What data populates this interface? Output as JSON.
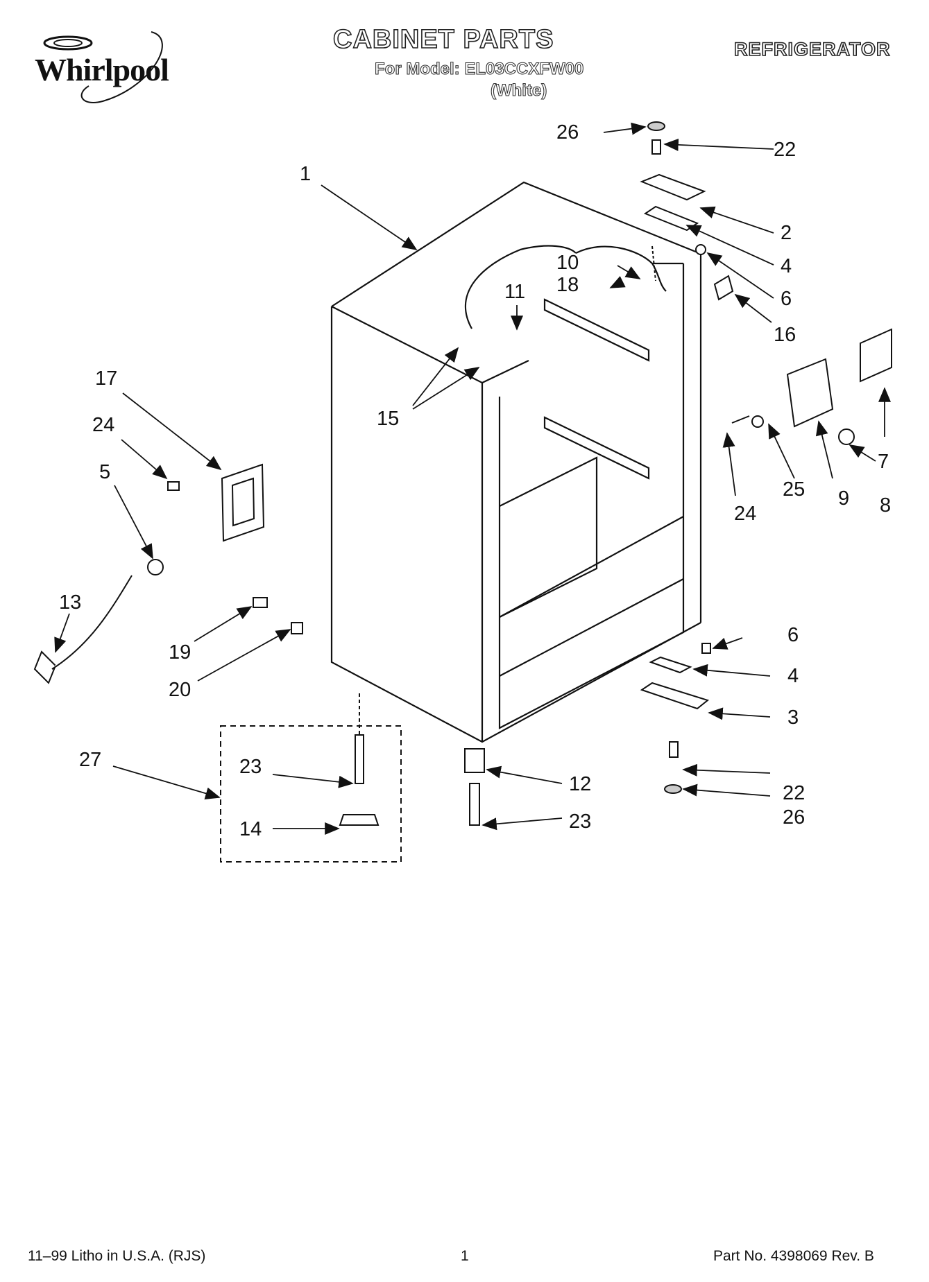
{
  "header": {
    "brand": "Whirlpool",
    "title": "CABINET PARTS",
    "model_line": "For Model: EL03CCXFW00",
    "color_line": "(White)",
    "category": "REFRIGERATOR"
  },
  "callouts": {
    "c1": "1",
    "c2": "2",
    "c3": "3",
    "c4a": "4",
    "c4b": "4",
    "c5": "5",
    "c6a": "6",
    "c6b": "6",
    "c7": "7",
    "c8": "8",
    "c9": "9",
    "c10": "10",
    "c11": "11",
    "c12": "12",
    "c13": "13",
    "c14": "14",
    "c15": "15",
    "c16": "16",
    "c17": "17",
    "c18": "18",
    "c19": "19",
    "c20": "20",
    "c22a": "22",
    "c22b": "22",
    "c23a": "23",
    "c23b": "23",
    "c24a": "24",
    "c24b": "24",
    "c25": "25",
    "c26a": "26",
    "c26b": "26",
    "c27": "27"
  },
  "footer": {
    "left": "11–99 Litho in U.S.A. (RJS)",
    "page": "1",
    "part_no": "Part No. 4398069 Rev. B"
  },
  "colors": {
    "ink": "#111111",
    "paper": "#ffffff"
  }
}
